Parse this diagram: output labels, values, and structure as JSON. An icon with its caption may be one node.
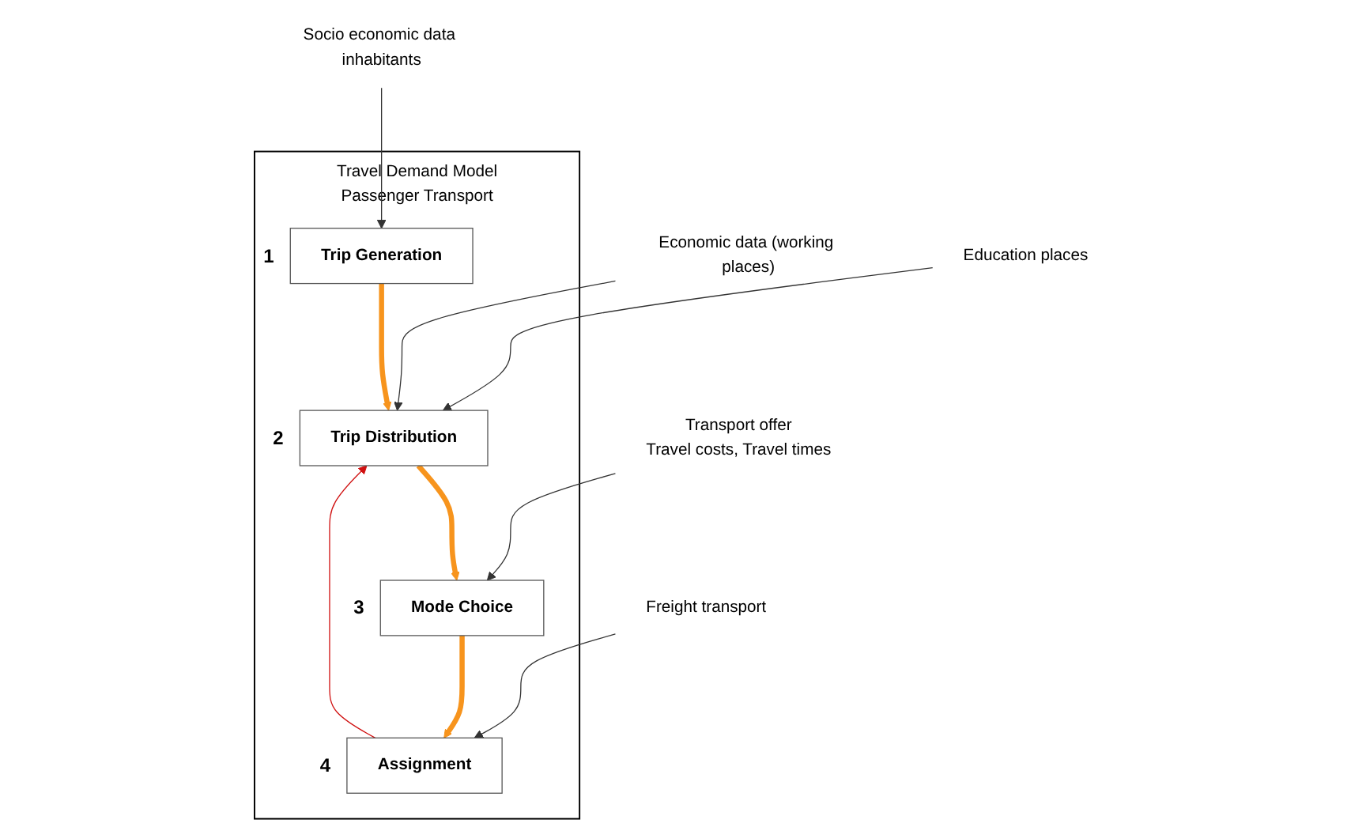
{
  "diagram": {
    "nodes": [
      {
        "text": [
          "Travel Demand Model",
          "Passenger Transport"
        ]
      },
      {
        "text": [
          "Trip Generation"
        ],
        "in": 0,
        "beside": [
          "1"
        ]
      },
      {
        "text": [
          "Trip Distribution"
        ],
        "in": 0,
        "beside": [
          "2"
        ]
      },
      {
        "text": [
          "Mode Choice"
        ],
        "in": 0,
        "beside": [
          "3"
        ]
      },
      {
        "text": [
          "Assignment"
        ],
        "in": 0,
        "beside": [
          "4"
        ]
      },
      {
        "text": [
          "Socio economic data inhabitants"
        ]
      },
      {
        "text": [
          "Economic data (working places)"
        ]
      },
      {
        "text": [
          "Education places"
        ]
      },
      {
        "text": [
          "Transport offer",
          "Travel costs, Travel times"
        ]
      },
      {
        "text": [
          "Freight transport"
        ]
      }
    ],
    "edges": [
      {
        "from": 1,
        "to": 2,
        "arrow": "to",
        "style": "thick",
        "color": "#f7941d"
      },
      {
        "from": 2,
        "to": 3,
        "arrow": "to",
        "style": "thick",
        "color": "#f7941d"
      },
      {
        "from": 3,
        "to": 4,
        "arrow": "to",
        "style": "thick",
        "color": "#f7941d"
      },
      {
        "from": 4,
        "to": 2,
        "arrow": "to",
        "color": "#d01010"
      },
      {
        "from": 5,
        "to": 1,
        "arrow": "to"
      },
      {
        "from": 6,
        "to": 2,
        "arrow": "to"
      },
      {
        "from": 7,
        "to": 2,
        "arrow": "to"
      },
      {
        "from": 8,
        "to": 3,
        "arrow": "to"
      },
      {
        "from": 9,
        "to": 4,
        "arrow": "to"
      }
    ]
  }
}
